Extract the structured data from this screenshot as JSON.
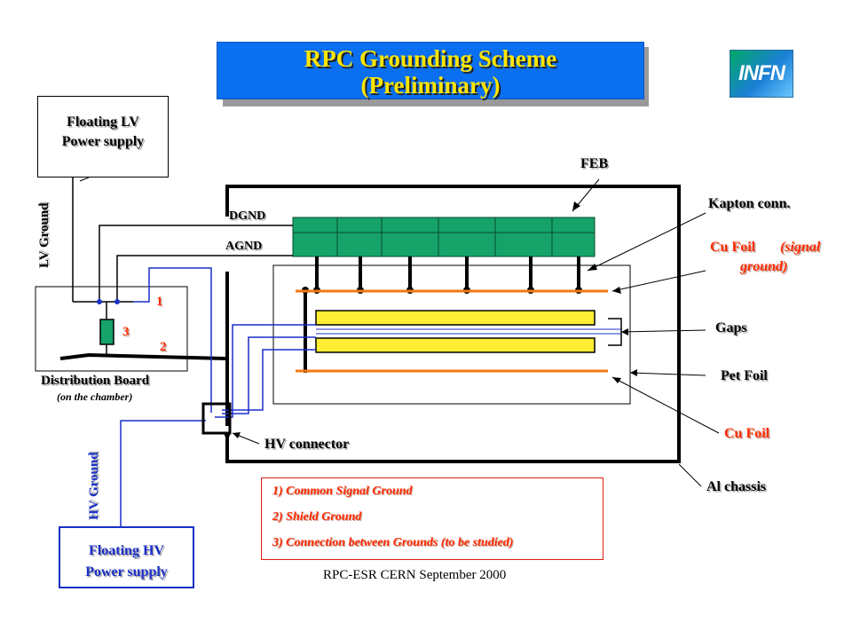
{
  "title": {
    "line1": "RPC Grounding Scheme",
    "line2": "(Preliminary)"
  },
  "logo": {
    "text": "INFN"
  },
  "lv_supply": {
    "line1": "Floating LV",
    "line2": "Power supply"
  },
  "hv_supply": {
    "line1": "Floating HV",
    "line2": "Power supply"
  },
  "lv_ground": "LV Ground",
  "hv_ground": "HV Ground",
  "distribution_board": {
    "title": "Distribution Board",
    "subtitle": "(on the chamber)"
  },
  "numbers": {
    "n1": "1",
    "n2": "2",
    "n3": "3"
  },
  "signals": {
    "dgnd": "DGND",
    "agnd": "AGND"
  },
  "labels": {
    "feb": "FEB",
    "kapton": "Kapton conn.",
    "cu_foil_signal_a": "Cu Foil",
    "cu_foil_signal_b": "(signal",
    "cu_foil_signal_c": "ground)",
    "gaps": "Gaps",
    "pet_foil": "Pet Foil",
    "cu_foil": "Cu Foil",
    "al_chassis": "Al chassis",
    "hv_connector": "HV connector"
  },
  "legend": {
    "item1": "1) Common Signal Ground",
    "item2": "2) Shield Ground",
    "item3": "3) Connection between Grounds (to be studied)"
  },
  "footer": "RPC-ESR CERN September 2000",
  "colors": {
    "title_bg": "#0a6ff0",
    "title_text": "#ffe600",
    "feb_green": "#16a36a",
    "foil_orange": "#f07a10",
    "gap_yellow": "#ffee33",
    "wire_blue": "#1a2fc8",
    "label_red": "#ff2a00"
  }
}
